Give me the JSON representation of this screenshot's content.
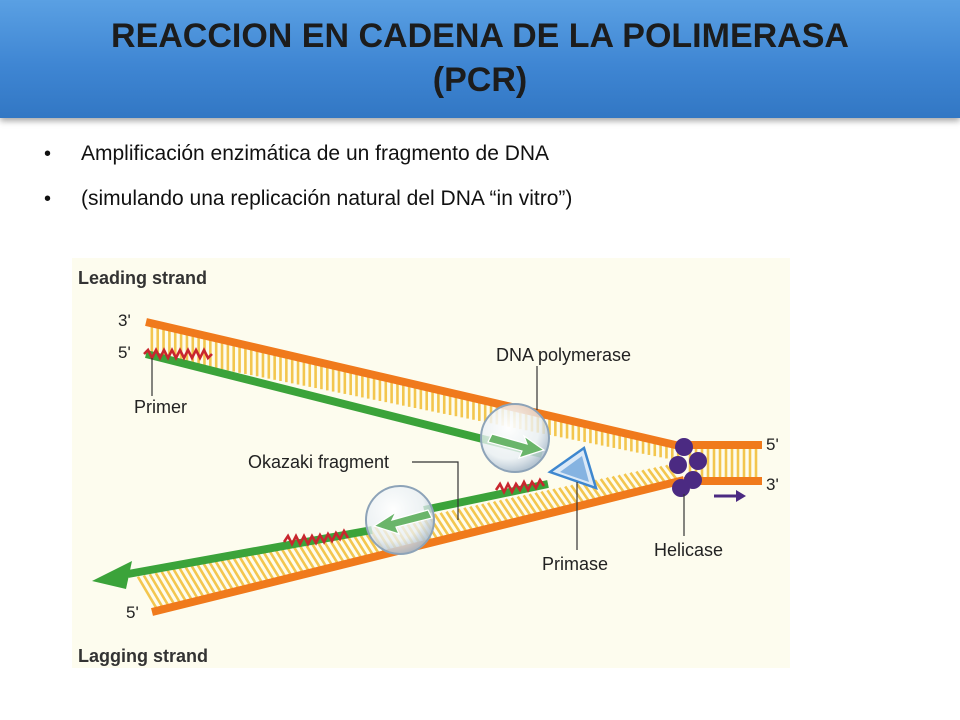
{
  "slide": {
    "title_line1": "REACCION EN CADENA DE LA POLIMERASA",
    "title_line2": "(PCR)",
    "bullets": [
      "Amplificación enzimática de un fragmento de DNA",
      "(simulando una replicación natural del DNA “in vitro”)"
    ],
    "bullet_glyph": "•"
  },
  "figure": {
    "heading_top": "Leading strand",
    "heading_bottom": "Lagging strand",
    "end_3_prime": "3'",
    "end_5_prime": "5'",
    "label_primer": "Primer",
    "label_dna_polymerase": "DNA polymerase",
    "label_okazaki": "Okazaki fragment",
    "label_primase": "Primase",
    "label_helicase": "Helicase",
    "colors": {
      "orange_strand": "#f07a1c",
      "green_strand": "#3ba33a",
      "rungs": "#f3c64e",
      "primer": "#c8262e",
      "helicase": "#4b2a82",
      "primase": "#3e87cf",
      "title_bar": "#3f86d3",
      "background": "#fdfcee"
    }
  }
}
